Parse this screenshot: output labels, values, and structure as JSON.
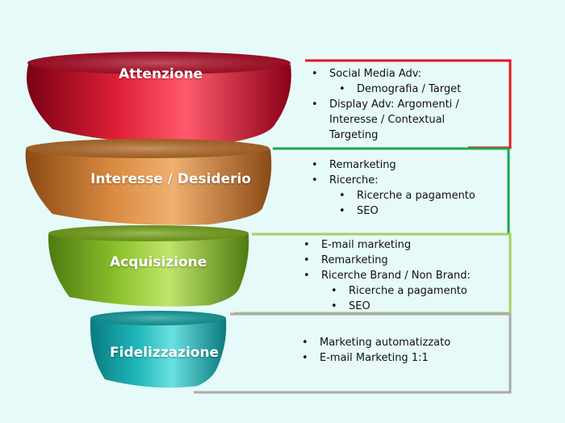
{
  "stages": [
    {
      "name": "Attenzione",
      "color": "#c8102e",
      "items": [
        {
          "text": "Social Media Adv:",
          "level": 1
        },
        {
          "text": "Demografia / Target",
          "level": 2
        },
        {
          "text": "Display Adv: Argomenti /",
          "level": 1
        },
        {
          "text": "Interesse  / Contextual",
          "level": 1,
          "continuation": true
        },
        {
          "text": "Targeting",
          "level": 1,
          "continuation": true
        }
      ]
    },
    {
      "name": "Interesse / Desiderio",
      "color": "#d2843c",
      "items": [
        {
          "text": "Remarketing",
          "level": 1
        },
        {
          "text": "Ricerche:",
          "level": 1
        },
        {
          "text": "Ricerche a pagamento",
          "level": 2
        },
        {
          "text": "SEO",
          "level": 2
        }
      ]
    },
    {
      "name": "Acquisizione",
      "color": "#8cbd2a",
      "items": [
        {
          "text": "E-mail marketing",
          "level": 1
        },
        {
          "text": "Remarketing",
          "level": 1
        },
        {
          "text": "Ricerche Brand / Non Brand:",
          "level": 1
        },
        {
          "text": "Ricerche a pagamento",
          "level": 2
        },
        {
          "text": "SEO",
          "level": 2
        }
      ]
    },
    {
      "name": "Fidelizzazione",
      "color": "#1fb3b5",
      "items": [
        {
          "text": "Marketing automatizzato",
          "level": 1
        },
        {
          "text": "E-mail Marketing 1:1",
          "level": 1
        }
      ]
    }
  ],
  "connector_colors": [
    "#e8141f",
    "#1fa84a",
    "#a8d05a",
    "#aaaaaa"
  ]
}
